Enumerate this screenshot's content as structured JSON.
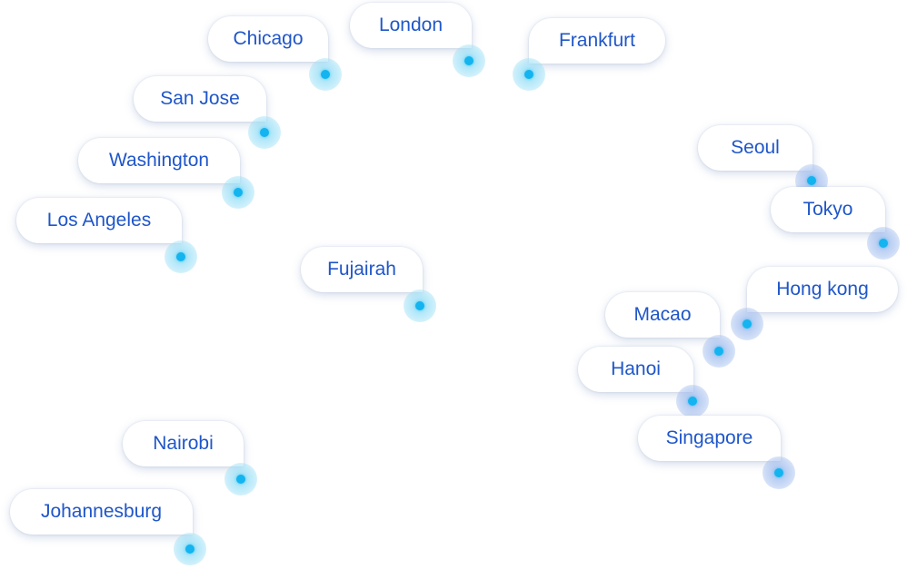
{
  "cities": [
    {
      "key": "chicago",
      "name": "Chicago"
    },
    {
      "key": "london",
      "name": "London"
    },
    {
      "key": "frankfurt",
      "name": "Frankfurt"
    },
    {
      "key": "san-jose",
      "name": "San Jose"
    },
    {
      "key": "washington",
      "name": "Washington"
    },
    {
      "key": "los-angeles",
      "name": "Los Angeles"
    },
    {
      "key": "fujairah",
      "name": "Fujairah"
    },
    {
      "key": "nairobi",
      "name": "Nairobi"
    },
    {
      "key": "johannesburg",
      "name": "Johannesburg"
    },
    {
      "key": "seoul",
      "name": "Seoul"
    },
    {
      "key": "tokyo",
      "name": "Tokyo"
    },
    {
      "key": "hong-kong",
      "name": "Hong kong"
    },
    {
      "key": "macao",
      "name": "Macao"
    },
    {
      "key": "hanoi",
      "name": "Hanoi"
    },
    {
      "key": "singapore",
      "name": "Singapore"
    }
  ],
  "colors": {
    "label_text": "#1f56c9",
    "label_background": "#ffffff",
    "dot_core": "#13b4ef",
    "halo_cyan": "#9ddcf3",
    "halo_blue": "#a8bfe9"
  }
}
